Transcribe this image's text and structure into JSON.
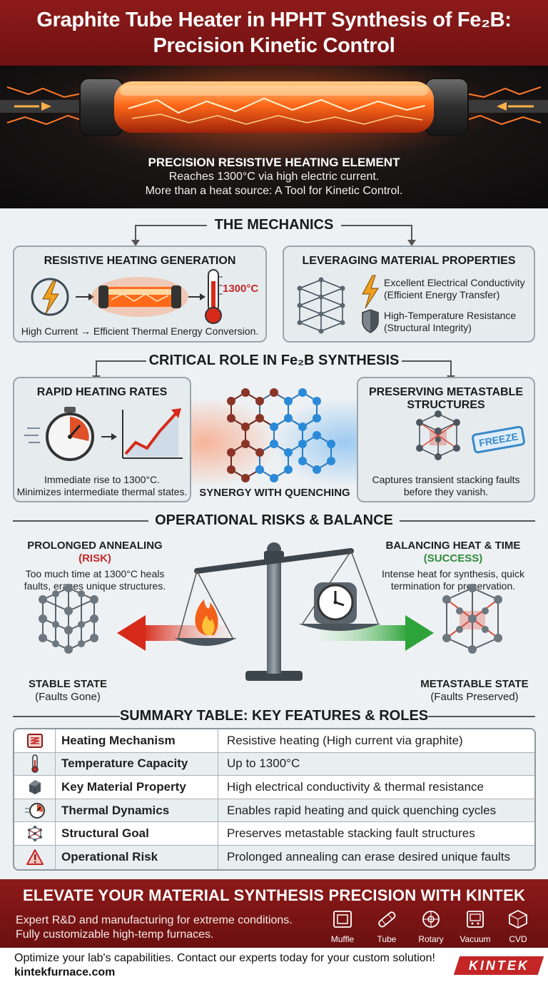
{
  "title": {
    "line1": "Graphite Tube Heater in HPHT Synthesis of Fe₂B:",
    "line2": "Precision Kinetic Control"
  },
  "hero": {
    "heading": "PRECISION RESISTIVE HEATING ELEMENT",
    "line1": "Reaches 1300°C via high electric current.",
    "line2": "More than a heat source: A Tool for Kinetic Control."
  },
  "mechanics": {
    "header": "THE MECHANICS",
    "resistive": {
      "title": "RESISTIVE HEATING GENERATION",
      "temp_label": "1300°C",
      "caption": "High Current → Efficient Thermal Energy Conversion."
    },
    "material": {
      "title": "LEVERAGING MATERIAL PROPERTIES",
      "prop1_line1": "Excellent Electrical Conductivity",
      "prop1_line2": "(Efficient Energy Transfer)",
      "prop2_line1": "High-Temperature Resistance",
      "prop2_line2": "(Structural Integrity)"
    }
  },
  "critical": {
    "header": "CRITICAL ROLE IN Fe₂B SYNTHESIS",
    "rapid": {
      "title": "RAPID HEATING RATES",
      "caption_line1": "Immediate rise to 1300°C.",
      "caption_line2": "Minimizes intermediate thermal states."
    },
    "synergy_label": "SYNERGY WITH QUENCHING",
    "preserve": {
      "title_line1": "PRESERVING METASTABLE",
      "title_line2": "STRUCTURES",
      "stamp": "FREEZE",
      "caption_line1": "Captures transient stacking faults",
      "caption_line2": "before they vanish."
    }
  },
  "risks": {
    "header": "OPERATIONAL RISKS & BALANCE",
    "left": {
      "title": "PROLONGED ANNEALING",
      "tag": "(RISK)",
      "desc_line1": "Too much time at 1300°C heals",
      "desc_line2": "faults, erases unique structures.",
      "state": "STABLE STATE",
      "state_sub": "(Faults Gone)"
    },
    "right": {
      "title": "BALANCING HEAT & TIME",
      "tag": "(SUCCESS)",
      "desc_line1": "Intense heat for synthesis, quick",
      "desc_line2": "termination for preservation.",
      "state": "METASTABLE STATE",
      "state_sub": "(Faults Preserved)"
    }
  },
  "summary": {
    "header": "SUMMARY TABLE: KEY FEATURES & ROLES",
    "rows": [
      {
        "icon": "heater-coil-icon",
        "feature": "Heating Mechanism",
        "role": "Resistive heating (High current via graphite)"
      },
      {
        "icon": "thermometer-icon",
        "feature": "Temperature Capacity",
        "role": "Up to 1300°C"
      },
      {
        "icon": "graphite-block-icon",
        "feature": "Key Material Property",
        "role": "High electrical conductivity & thermal resistance"
      },
      {
        "icon": "speed-gauge-icon",
        "feature": "Thermal Dynamics",
        "role": "Enables rapid heating and quick quenching cycles"
      },
      {
        "icon": "lattice-icon",
        "feature": "Structural Goal",
        "role": "Preserves metastable stacking fault structures"
      },
      {
        "icon": "warning-icon",
        "feature": "Operational Risk",
        "role": "Prolonged annealing can erase desired unique faults"
      }
    ]
  },
  "cta": {
    "title": "ELEVATE YOUR MATERIAL SYNTHESIS PRECISION WITH KINTEK",
    "line1": "Expert R&D and manufacturing for extreme conditions.",
    "line2": "Fully customizable high-temp furnaces.",
    "products": [
      "Muffle",
      "Tube",
      "Rotary",
      "Vacuum",
      "CVD"
    ]
  },
  "footer": {
    "line1": "Optimize your lab's capabilities. Contact our experts today for your custom solution!",
    "url": "kintekfurnace.com",
    "logo": "KINTEK"
  },
  "colors": {
    "brand_red": "#8e1b1b",
    "risk_red": "#c62828",
    "success_green": "#2e8b3a",
    "ice_blue": "#3aa0e0"
  }
}
